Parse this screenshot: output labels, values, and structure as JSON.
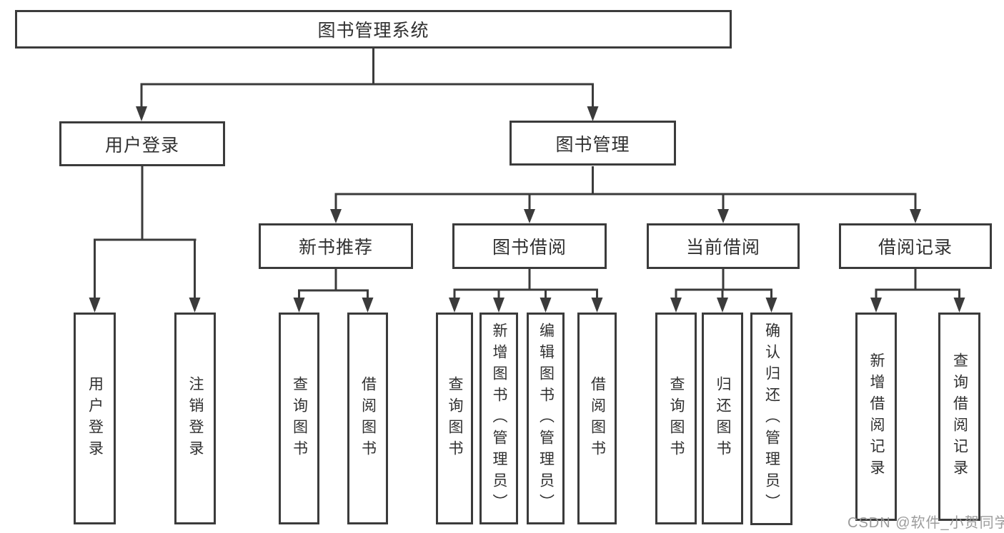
{
  "diagram_type": "hierarchy-tree",
  "colors": {
    "background": "#ffffff",
    "line": "#3b3b3b",
    "box_border": "#3b3b3b",
    "text": "#303030",
    "watermark": "#949494"
  },
  "tree": {
    "label": "图书管理系统",
    "children": [
      {
        "label": "用户登录",
        "children": [
          {
            "label": "用户登录"
          },
          {
            "label": "注销登录"
          }
        ]
      },
      {
        "label": "图书管理",
        "children": [
          {
            "label": "新书推荐",
            "children": [
              {
                "label": "查询图书"
              },
              {
                "label": "借阅图书"
              }
            ]
          },
          {
            "label": "图书借阅",
            "children": [
              {
                "label": "查询图书"
              },
              {
                "label": "新增图书（管理员）"
              },
              {
                "label": "编辑图书（管理员）"
              },
              {
                "label": "借阅图书"
              }
            ]
          },
          {
            "label": "当前借阅",
            "children": [
              {
                "label": "查询图书"
              },
              {
                "label": "归还图书"
              },
              {
                "label": "确认归还（管理员）"
              }
            ]
          },
          {
            "label": "借阅记录",
            "children": [
              {
                "label": "新增借阅记录"
              },
              {
                "label": "查询借阅记录"
              }
            ]
          }
        ]
      }
    ]
  },
  "watermark": {
    "text": "CSDN @软件_小贺同学"
  }
}
